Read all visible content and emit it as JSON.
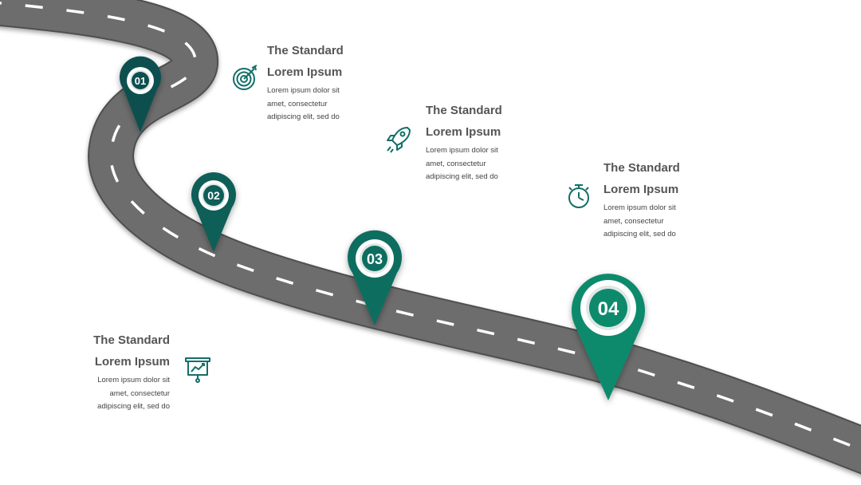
{
  "colors": {
    "road": "#6d6d6d",
    "road_edge": "#4f4f4f",
    "lane": "#ffffff",
    "pin_1": "#0d4f4f",
    "pin_2": "#0f5e58",
    "pin_3": "#0e6e60",
    "pin_4": "#0b8a6c",
    "icon": "#126f68",
    "text": "#555555"
  },
  "pins": [
    {
      "label": "01"
    },
    {
      "label": "02"
    },
    {
      "label": "03"
    },
    {
      "label": "04"
    }
  ],
  "blocks": [
    {
      "title1": "The Standard",
      "title2": "Lorem Ipsum",
      "body": "Lorem ipsum dolor sit amet, consectetur adipiscing elit, sed do",
      "icon": "target-icon"
    },
    {
      "title1": "The Standard",
      "title2": "Lorem Ipsum",
      "body": "Lorem ipsum dolor sit amet, consectetur adipiscing elit, sed do",
      "icon": "rocket-icon"
    },
    {
      "title1": "The Standard",
      "title2": "Lorem Ipsum",
      "body": "Lorem ipsum dolor sit amet, consectetur adipiscing elit, sed do",
      "icon": "stopwatch-icon"
    },
    {
      "title1": "The Standard",
      "title2": "Lorem Ipsum",
      "body": "Lorem ipsum dolor sit amet, consectetur adipiscing elit, sed do",
      "icon": "presentation-chart-icon"
    }
  ]
}
